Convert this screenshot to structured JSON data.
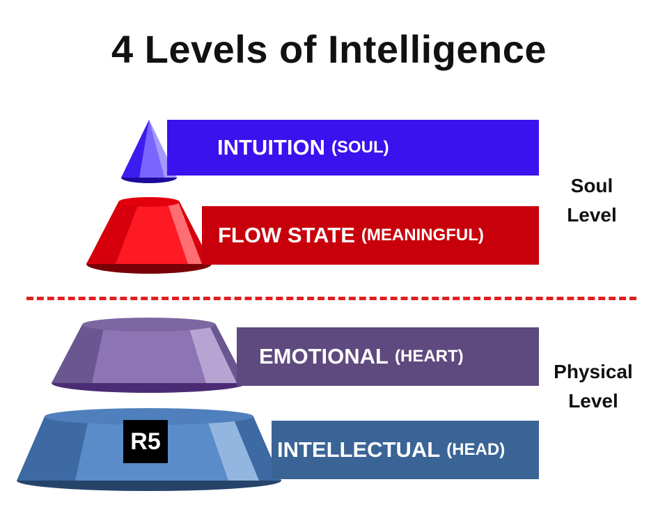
{
  "title": "4 Levels of Intelligence",
  "levels": [
    {
      "main": "INTUITION",
      "sub": "(SOUL)",
      "color": "#3a12ee"
    },
    {
      "main": "FLOW STATE",
      "sub": "(MEANINGFUL)",
      "color": "#c8000b"
    },
    {
      "main": "EMOTIONAL",
      "sub": "(HEART)",
      "color": "#5e4a7e"
    },
    {
      "main": "INTELLECTUAL",
      "sub": "(HEAD)",
      "color": "#3b6496"
    }
  ],
  "soul_label": "Soul Level",
  "physical_label": "Physical Level",
  "badge": "R5",
  "divider_color": "#e0201e"
}
